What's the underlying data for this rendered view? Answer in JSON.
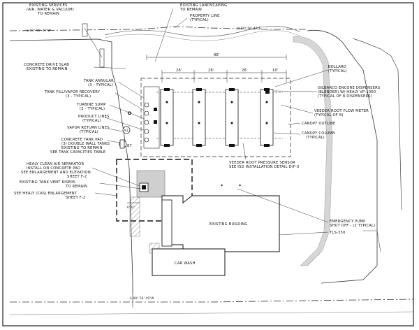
{
  "labels": {
    "existing_services_1": "EXISTING SERVICES",
    "existing_services_2": "(AIR, WATER & VACUUM)",
    "existing_services_3": "TO REMAIN",
    "existing_landscaping_1": "EXISTING LANDSCAPING",
    "existing_landscaping_2": "TO REMAIN",
    "property_line_1": "PROPERTY LINE",
    "property_line_2": "(TYPICAL)",
    "drive_slab_1": "CONCRETE DRIVE SLAB",
    "drive_slab_2": "EXISTING TO REMAIN",
    "tank_annular_1": "TANK ANNULAR",
    "tank_annular_2": "(3 - TYPICAL)",
    "tank_fill_1": "TANK FILL/VAPOR RECOVERY",
    "tank_fill_2": "(3 - TYPICAL)",
    "turbine_1": "TURBINE SUMP",
    "turbine_2": "(3 - TYPICAL)",
    "product_lines_1": "PRODUCT LINES",
    "product_lines_2": "(TYPICAL)",
    "vapor_return_1": "VAPOR RETURN LINES",
    "vapor_return_2": "(TYPICAL)",
    "tank_pad_1": "CONCRETE TANK PAD",
    "tank_pad_2": "(3) DOUBLE WALL TANKS",
    "tank_pad_3": "EXISTING TO REMAIN",
    "tank_pad_4": "SEE TANK CAPACITIES TABLE",
    "healy_sep_1": "HEALY CLEAN AIR SEPARATOR",
    "healy_sep_2": "INSTALL ON CONCRETE PAD",
    "healy_sep_3": "SEE ENLARGEMENT AND ELEVATION",
    "healy_sep_4": "SHEET F-2",
    "vent_risers_1": "EXISTING TANK VENT RISERS",
    "vent_risers_2": "TO REMAIN",
    "healy_cas_1": "SEE HEALY (CAS) ENLARGEMENT",
    "healy_cas_2": "SHEET F-2",
    "bollard_1": "BOLLARD",
    "bollard_2": "(TYPICAL)",
    "gilbarco_1": "GILBARCO ENCORE DISPENSERS",
    "gilbarco_2": "(BLENDER) W/ HEALY VP-1000",
    "gilbarco_3": "(TYPICAL OF 8 DISPENSERS)",
    "veeder_flow_1": "VEEDER ROOT FLOW METER",
    "veeder_flow_2": "(TYPICAL OF 8)",
    "canopy_outline": "CANOPY OUTLINE",
    "canopy_column_1": "CANOPY COLUMN",
    "canopy_column_2": "(TYPICAL)",
    "pressure_sensor_1": "VEEDER ROOT PRESSURE SENSOR",
    "pressure_sensor_2": "SEE ISD INSTALLATION DETAIL D/F-3",
    "emergency_1": "EMERGENCY PUMP",
    "emergency_2": "SHUT OFF - (2 TYPICAL)",
    "tls": "TLS-350",
    "existing_building": "EXISTING BUILDING",
    "car_wash": "CAR WASH",
    "tag_d": "D",
    "tag_91": "91",
    "tag_87": "87",
    "dim_overall": "98'",
    "dim_seg1": "26'",
    "dim_seg2": "26'",
    "dim_seg3": "26'",
    "dim_seg4": "10'",
    "dim_pad": "6'-6\"",
    "bearing_top": "S 89° 56' 49\"W",
    "bearing_top_right": "N 89° 56' 49\"E",
    "bearing_bottom": "S 89° 56' 49\"W"
  }
}
